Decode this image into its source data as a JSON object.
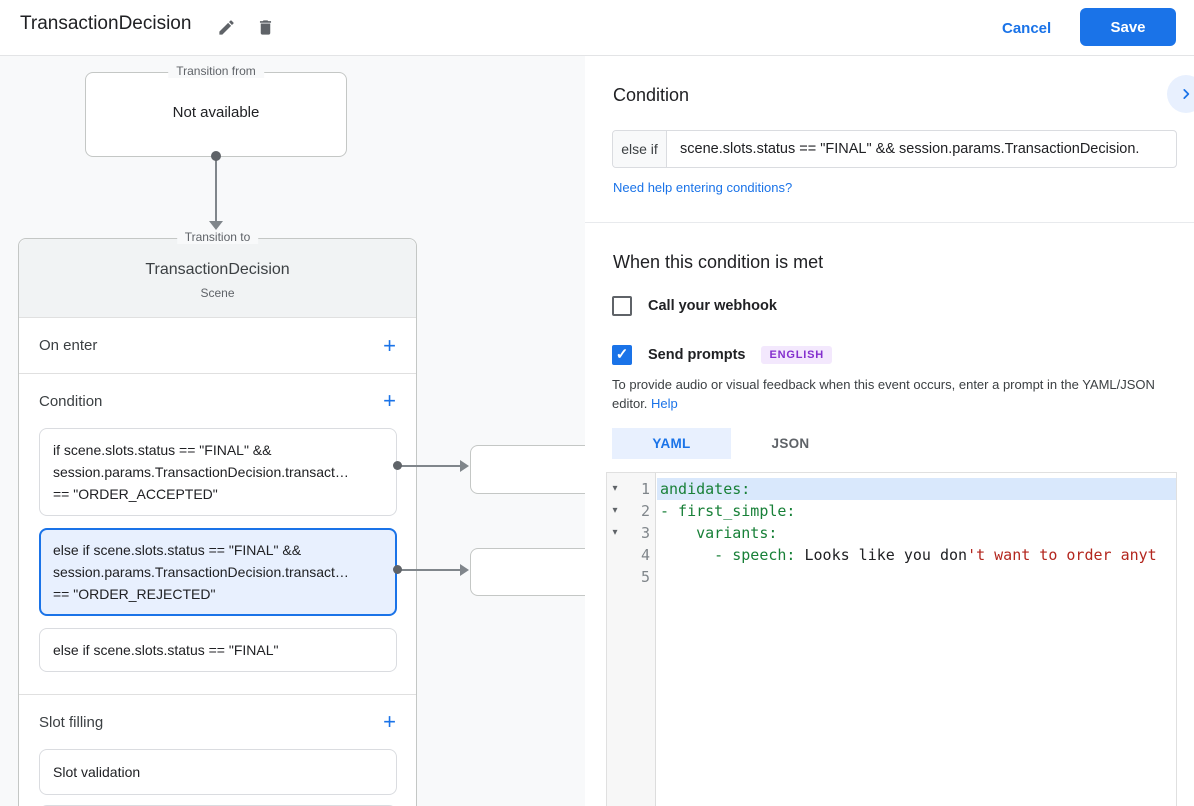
{
  "icons": {
    "plus": "+",
    "fold": "▾",
    "check": "✓"
  },
  "header": {
    "title": "TransactionDecision",
    "cancel_label": "Cancel",
    "save_label": "Save"
  },
  "canvas": {
    "transition_from": {
      "label": "Transition from",
      "value": "Not available"
    },
    "scene_card": {
      "label": "Transition to",
      "name": "TransactionDecision",
      "type": "Scene",
      "on_enter": {
        "title": "On enter"
      },
      "condition": {
        "title": "Condition",
        "items": [
          {
            "text": "if scene.slots.status == \"FINAL\" &&\nsession.params.TransactionDecision.transact…\n== \"ORDER_ACCEPTED\"",
            "selected": false
          },
          {
            "text": "else if scene.slots.status == \"FINAL\" &&\nsession.params.TransactionDecision.transact…\n== \"ORDER_REJECTED\"",
            "selected": true
          },
          {
            "text": "else if scene.slots.status == \"FINAL\"",
            "selected": false
          }
        ]
      },
      "slot_filling": {
        "title": "Slot filling",
        "items": [
          {
            "text": "Slot validation"
          }
        ]
      }
    }
  },
  "panel": {
    "condition": {
      "title": "Condition",
      "prefix": "else if",
      "expression": "scene.slots.status == \"FINAL\" && session.params.TransactionDecision.",
      "help_link": "Need help entering conditions?"
    },
    "when_met": {
      "title": "When this condition is met",
      "webhook": {
        "label": "Call your webhook",
        "checked": false
      },
      "prompts": {
        "label": "Send prompts",
        "badge": "ENGLISH",
        "checked": true
      },
      "helper_text": "To provide audio or visual feedback when this event occurs, enter a prompt in the YAML/JSON editor.",
      "helper_link": "Help"
    },
    "editor": {
      "tabs": [
        {
          "label": "YAML",
          "active": true
        },
        {
          "label": "JSON",
          "active": false
        }
      ],
      "lines": [
        {
          "num": "1",
          "segments": [
            {
              "text": "andidates:",
              "color": "key"
            }
          ]
        },
        {
          "num": "2",
          "segments": [
            {
              "text": "- first_simple:",
              "color": "key"
            }
          ]
        },
        {
          "num": "3",
          "segments": [
            {
              "text": "    variants:",
              "color": "key"
            }
          ]
        },
        {
          "num": "4",
          "segments": [
            {
              "text": "      - speech:",
              "color": "key"
            },
            {
              "text": " Looks like you don",
              "color": "plain"
            },
            {
              "text": "'t want to order anyt",
              "color": "string"
            }
          ]
        },
        {
          "num": "5",
          "segments": []
        }
      ]
    }
  },
  "colors": {
    "accent_blue": "#1a73e8",
    "selected_card_bg": "#e8f0fe",
    "badge_purple": "#8430ce",
    "code_key_green": "#188038",
    "code_string_red": "#b3261e"
  }
}
